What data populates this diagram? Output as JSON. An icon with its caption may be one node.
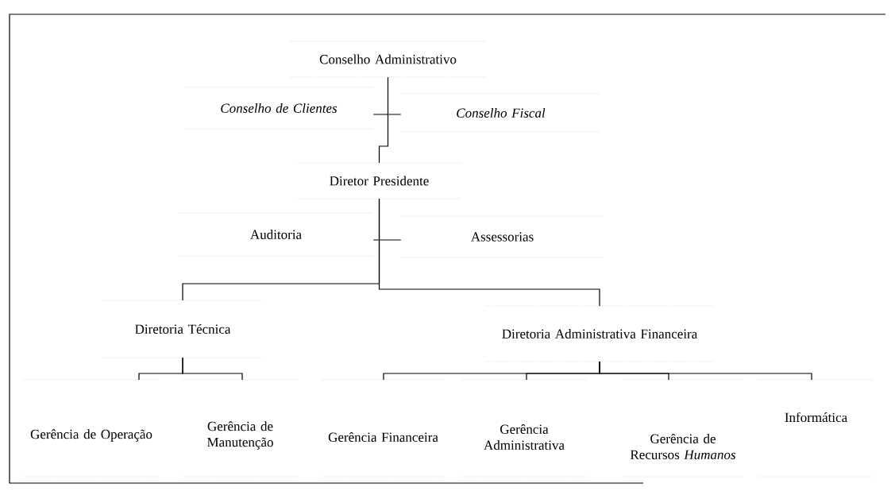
{
  "diagram": {
    "nodes": [
      {
        "text": [
          "Conselho Administrativo"
        ]
      },
      {
        "text": [
          "Conselho de Clientes"
        ]
      },
      {
        "text": [
          "Conselho Fiscal"
        ]
      },
      {
        "text": [
          "Diretor Presidente"
        ]
      },
      {
        "text": [
          "Auditoria"
        ]
      },
      {
        "text": [
          "Assessorias"
        ]
      },
      {
        "text": [
          "Diretoria Técnica"
        ]
      },
      {
        "text": [
          "Diretoria Administrativa Financeira"
        ]
      },
      {
        "text": [
          "Gerência de Operação"
        ]
      },
      {
        "text": [
          "Gerência de Manutenção"
        ]
      },
      {
        "text": [
          "Gerência Financeira"
        ]
      },
      {
        "text": [
          "Gerência Administrativa"
        ]
      },
      {
        "text": [
          "Gerência de Recursos *Humanos*"
        ]
      },
      {
        "text": [
          "Informática"
        ]
      }
    ],
    "edges": [
      {
        "from": 0,
        "to": 3,
        "arrow": "none"
      },
      {
        "from": 1,
        "to": 2,
        "arrow": "none"
      },
      {
        "from": 4,
        "to": 5,
        "arrow": "none"
      },
      {
        "from": 3,
        "to": 6,
        "arrow": "none"
      },
      {
        "from": 3,
        "to": 7,
        "arrow": "none"
      },
      {
        "from": 6,
        "to": 8,
        "arrow": "none"
      },
      {
        "from": 6,
        "to": 9,
        "arrow": "none"
      },
      {
        "from": 7,
        "to": 10,
        "arrow": "none"
      },
      {
        "from": 7,
        "to": 11,
        "arrow": "none"
      },
      {
        "from": 7,
        "to": 12,
        "arrow": "none"
      },
      {
        "from": 7,
        "to": 13,
        "arrow": "none"
      }
    ]
  }
}
